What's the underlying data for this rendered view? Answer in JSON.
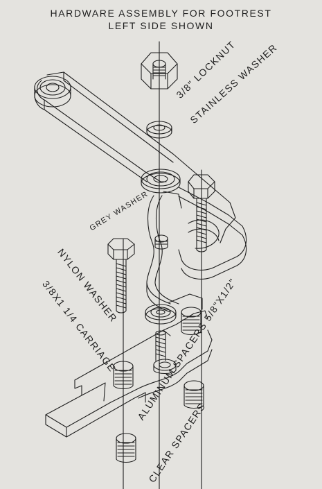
{
  "title": {
    "line1": "HARDWARE ASSEMBLY FOR FOOTREST",
    "line2": "LEFT SIDE SHOWN"
  },
  "labels": {
    "locknut": "3/8\" LOCKNUT",
    "stainless_washer": "STAINLESS WASHER",
    "grey_washer": "GREY WASHER",
    "nylon_washer": "NYLON WASHER",
    "carriage_bolt": "3/8X1 1/4 CARRIAGE",
    "aluminum_spacers": "ALUMINUM SPACERS 5/8\"X1/2\"",
    "clear_spacers": "CLEAR SPACERS"
  },
  "colors": {
    "paper": "#e4e3df",
    "ink": "#1e1e1e"
  }
}
